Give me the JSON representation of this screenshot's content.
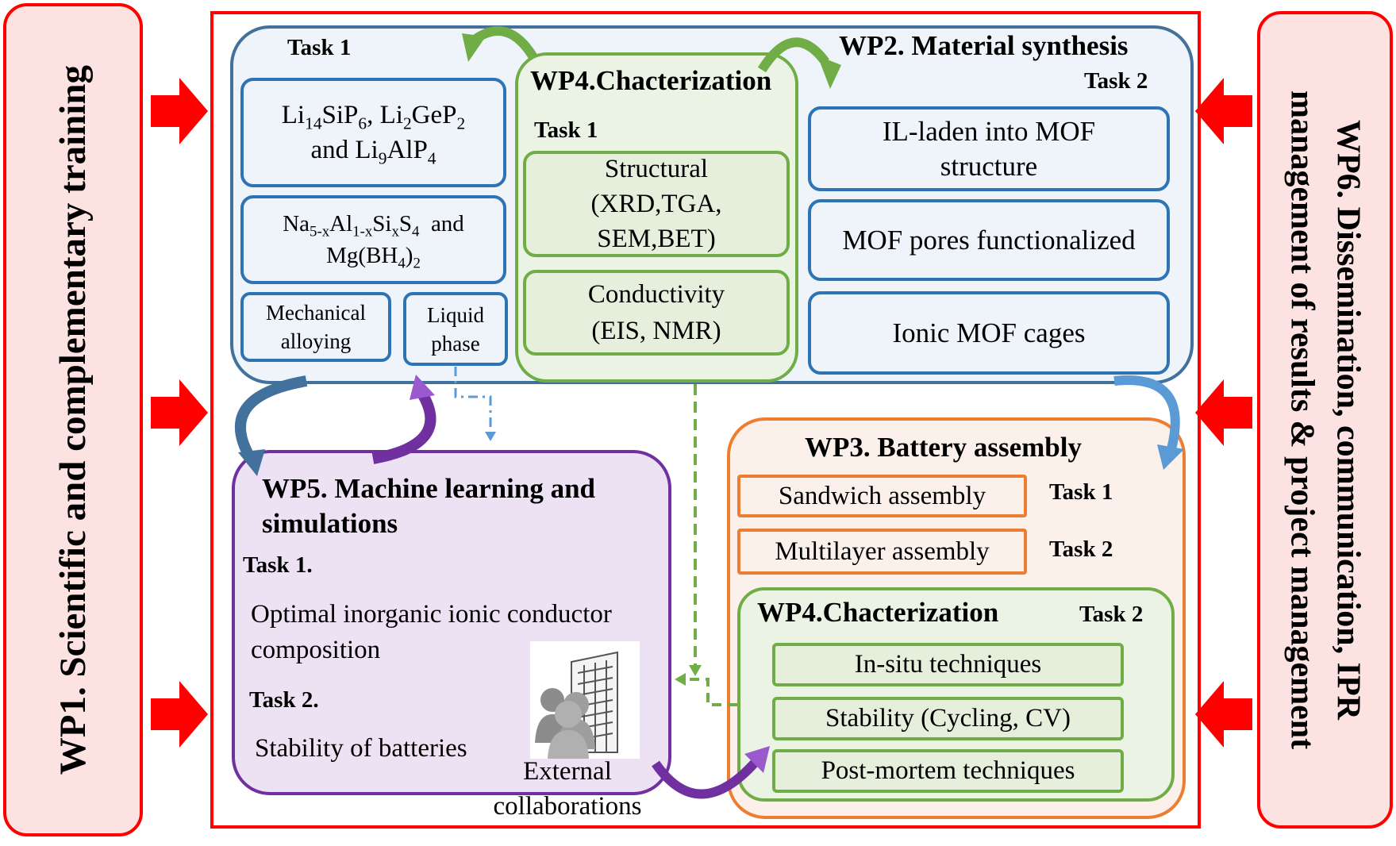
{
  "wp1": {
    "title": "WP1. Scientific and complementary training"
  },
  "wp6": {
    "line1": "WP6. Dissemination, communication, IPR",
    "line2": "management of results & project management"
  },
  "wp2": {
    "title": "WP2. Material synthesis",
    "task1_label": "Task 1",
    "task2_label": "Task 2",
    "task1": {
      "box1": {
        "el1": "Li",
        "sub1": "14",
        "el2": "SiP",
        "sub2": "6",
        "sep": ", ",
        "el3": "Li",
        "sub3": "2",
        "el4": "GeP",
        "sub4": "2",
        "and": "and ",
        "el5": "Li",
        "sub5": "9",
        "el6": "AlP",
        "sub6": "4"
      },
      "box2": {
        "el1": "Na",
        "sub1": "5-x",
        "el2": "Al",
        "sub2": "1-x",
        "el3": "Si",
        "sub3": "x",
        "el4": "S",
        "sub4": "4",
        "and": "  and",
        "el5": "Mg(BH",
        "sub5": "4",
        "el6": ")",
        "sub6": "2"
      },
      "mech_line1": "Mechanical",
      "mech_line2": "alloying",
      "liquid_line1": "Liquid",
      "liquid_line2": "phase"
    },
    "task2": {
      "box1_line1": "IL-laden into MOF",
      "box1_line2": "structure",
      "box2": "MOF pores functionalized",
      "box3": "Ionic MOF cages"
    }
  },
  "wp4_top": {
    "title": "WP4.Chacterization",
    "task_label": "Task 1",
    "structural_line1": "Structural",
    "structural_line2": "(XRD,TGA,",
    "structural_line3": "SEM,BET)",
    "conductivity_line1": "Conductivity",
    "conductivity_line2": "(EIS, NMR)"
  },
  "wp5": {
    "title_line1": "WP5. Machine learning and",
    "title_line2": "simulations",
    "task1_label": "Task 1.",
    "task1_line1": "Optimal inorganic ionic conductor",
    "task1_line2": "composition",
    "task2_label": "Task 2.",
    "task2_text": "Stability of batteries",
    "external_line1": "External",
    "external_line2": "collaborations",
    "external_icon": "people-building-icon"
  },
  "wp3": {
    "title": "WP3. Battery assembly",
    "sandwich": "Sandwich assembly",
    "sandwich_task": "Task 1",
    "multilayer": "Multilayer assembly",
    "multilayer_task": "Task 2"
  },
  "wp4_bottom": {
    "title": "WP4.Chacterization",
    "task_label": "Task 2",
    "insitu": "In-situ techniques",
    "stability": "Stability (Cycling, CV)",
    "postmortem": "Post-mortem techniques"
  },
  "colors": {
    "frame": "#ff0000",
    "wp2": "#2e74b5",
    "wp4": "#70ad47",
    "wp3": "#ed7d31",
    "wp5": "#7030a0",
    "arrow_red": "#ff0000"
  }
}
